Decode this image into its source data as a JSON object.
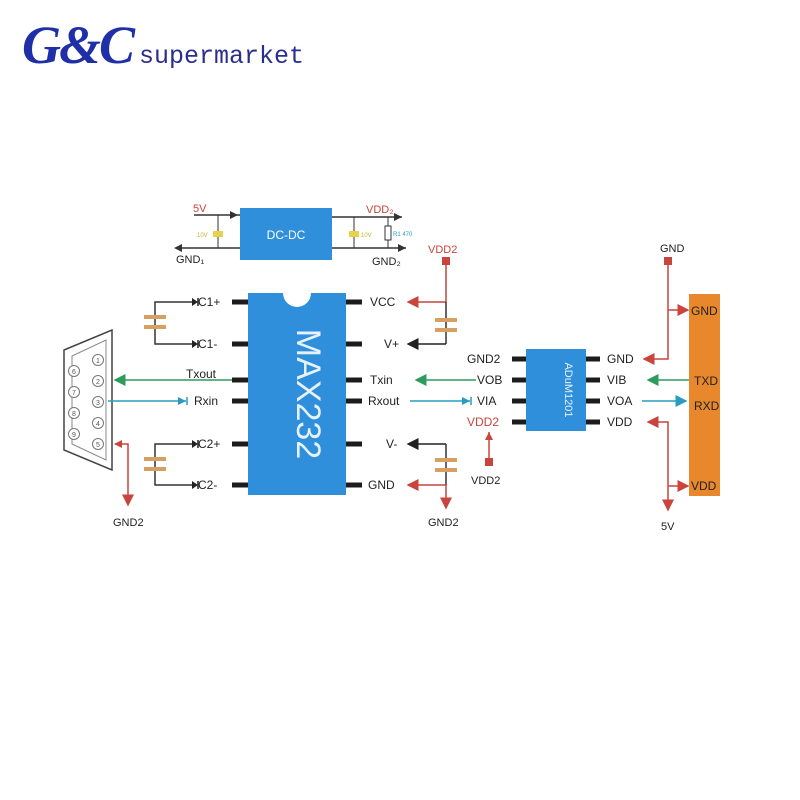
{
  "logo": {
    "mark": "G&C",
    "text": "supermarket"
  },
  "dcdc": {
    "label": "DC-DC",
    "in_label": "5V",
    "out_label": "VDD₂",
    "gnd1_label": "GND₁",
    "gnd2_label": "GND₂",
    "cap_in_label": "10V",
    "cap_out_label": "10V",
    "resistor_label": "R1 470"
  },
  "max232": {
    "name": "MAX232",
    "left_pins": [
      "C1+",
      "C1-",
      "Txout",
      "Rxin",
      "C2+",
      "C2-"
    ],
    "right_pins": [
      "VCC",
      "V+",
      "Txin",
      "Rxout",
      "V-",
      "GND"
    ],
    "vcc_supply": "VDD2",
    "gnd_supply": "GND2"
  },
  "db9": {
    "pins": [
      "6",
      "7",
      "8",
      "9",
      "1",
      "2",
      "3",
      "4",
      "5"
    ],
    "gnd_label": "GND2"
  },
  "adum": {
    "name": "ADuM1201",
    "left_pins": [
      "GND2",
      "VOB",
      "VIA",
      "VDD2"
    ],
    "right_pins": [
      "GND",
      "VIB",
      "VOA",
      "VDD"
    ],
    "vdd_supply": "VDD2"
  },
  "header": {
    "pins": [
      "GND",
      "TXD",
      "RXD",
      "VDD"
    ],
    "gnd_label": "GND",
    "vdd_label": "5V"
  },
  "colors": {
    "chip_blue": "#2f8fdb",
    "header_orange": "#e8872c",
    "power_red": "#c8443c",
    "signal_green": "#2e9b5e",
    "signal_teal": "#2a9bc0",
    "cap_orange": "#d8a060",
    "logo_blue": "#1f2fa8"
  }
}
